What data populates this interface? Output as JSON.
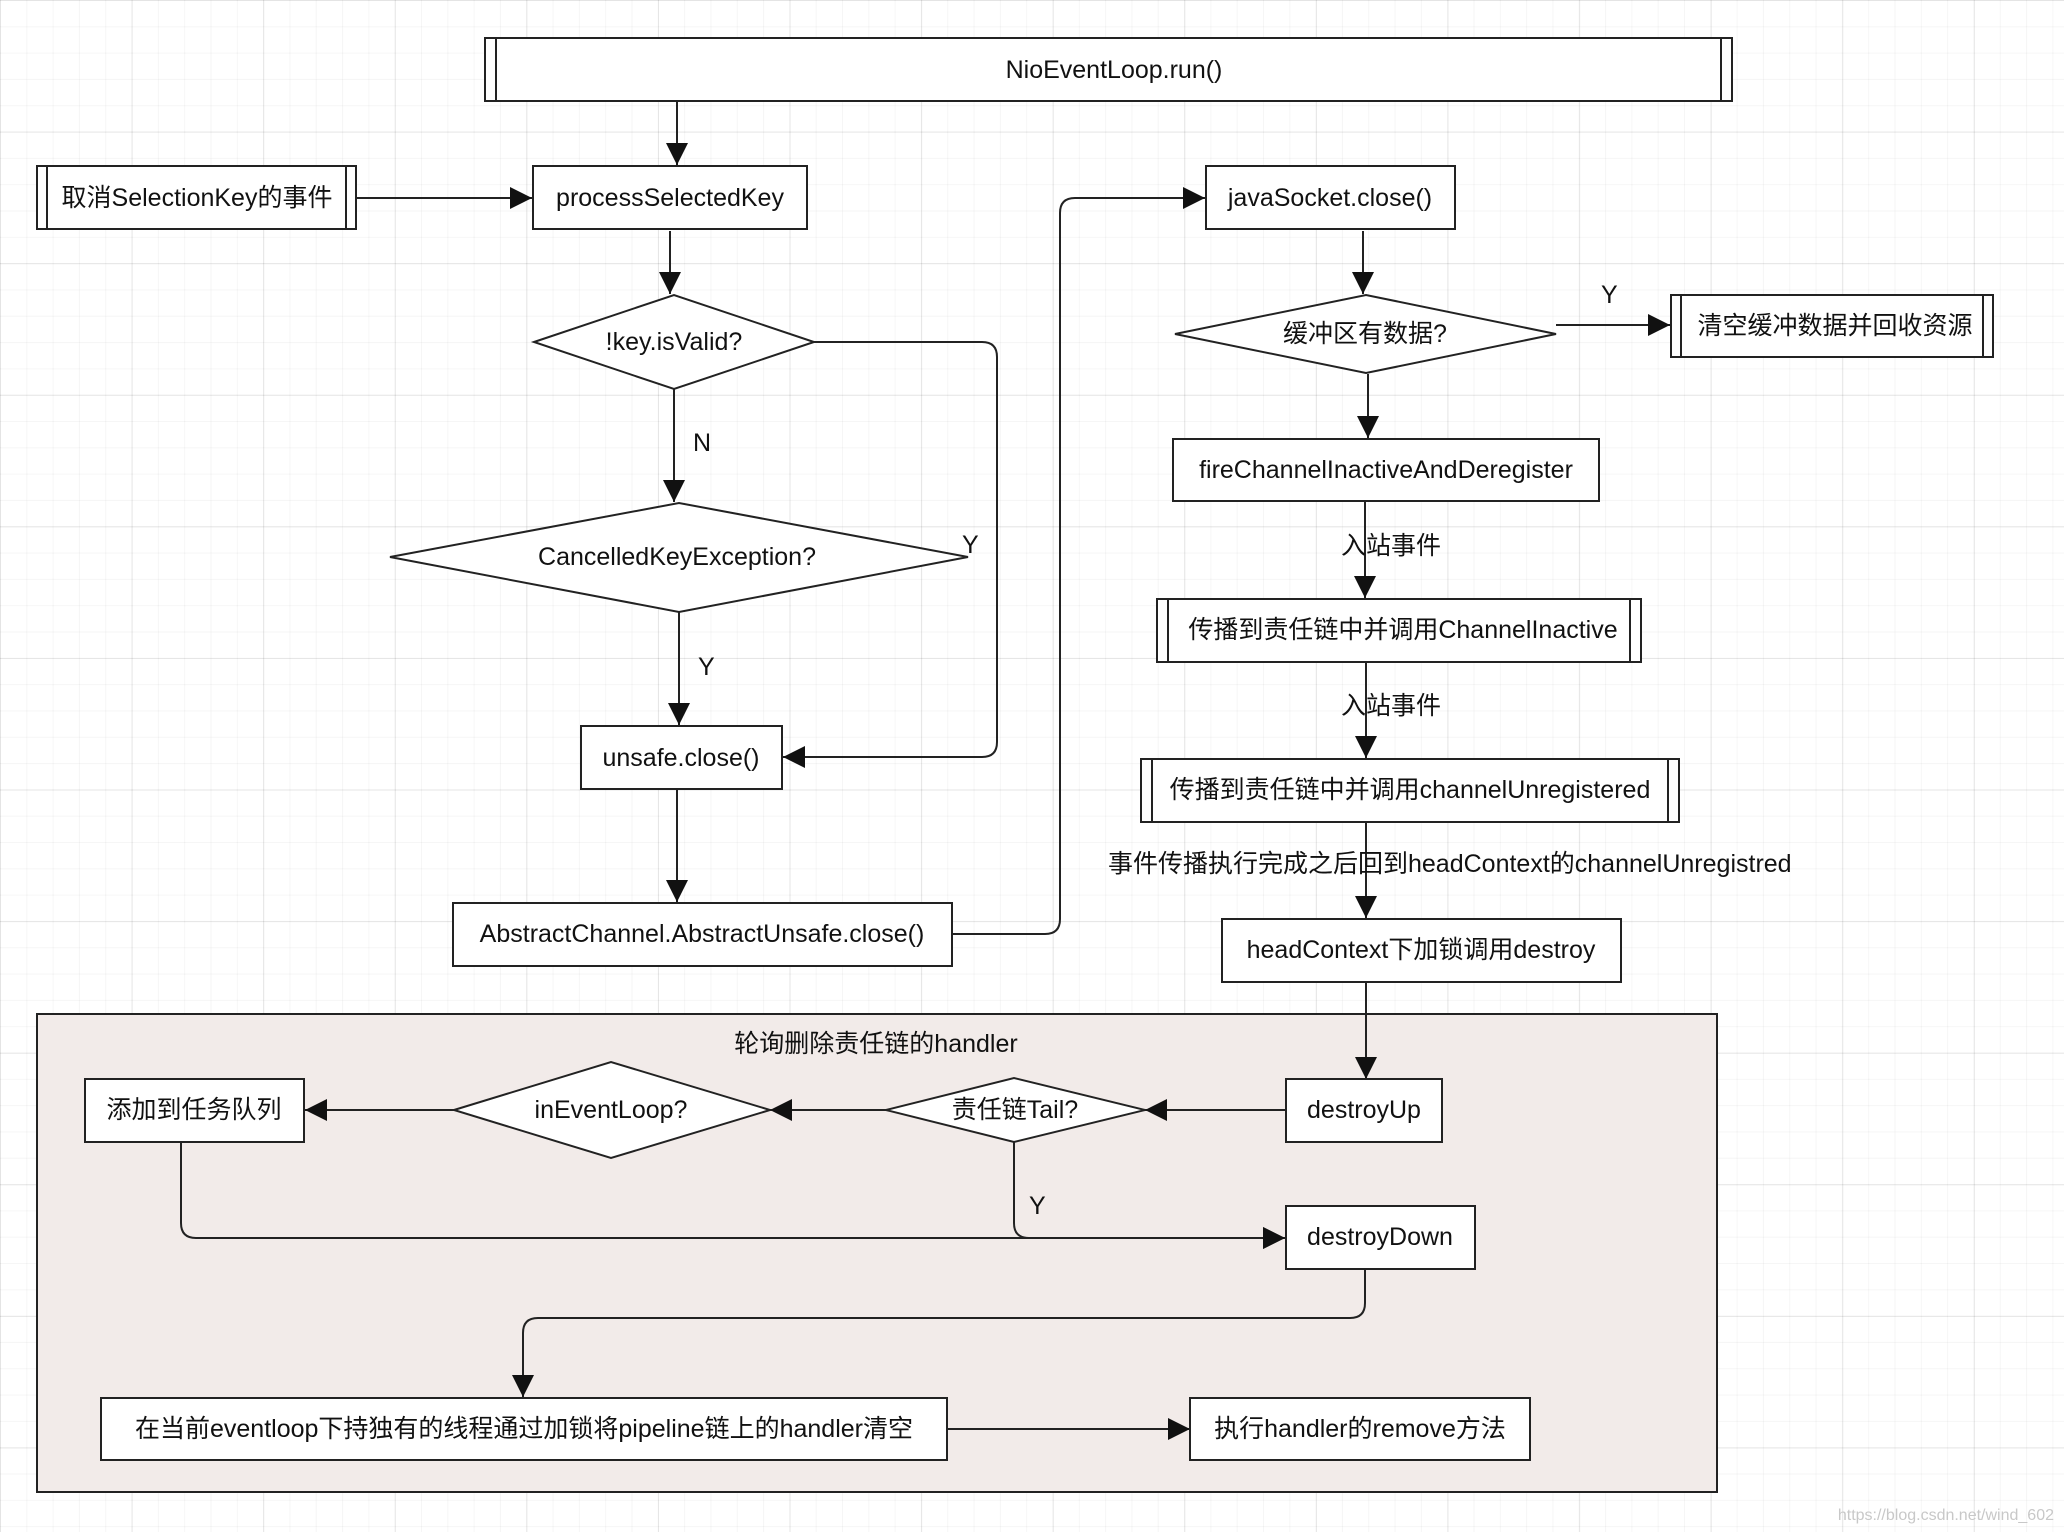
{
  "colors": {
    "stroke": "#222222",
    "node_fill": "#ffffff",
    "group_fill": "#f2ebe9",
    "text": "#111111",
    "watermark": "#c8c8c8"
  },
  "group": {
    "title": "轮询删除责任链的handler"
  },
  "nodes": {
    "nio_run": "NioEventLoop.run()",
    "cancel_key_event": "取消SelectionKey的事件",
    "process_selected_key": "processSelectedKey",
    "key_is_valid": "!key.isValid?",
    "cancelled_key_exception": "CancelledKeyException?",
    "unsafe_close": "unsafe.close()",
    "abstract_unsafe_close": "AbstractChannel.AbstractUnsafe.close()",
    "java_socket_close": "javaSocket.close()",
    "buffer_has_data": "缓冲区有数据?",
    "clear_buffer": "清空缓冲数据并回收资源",
    "fire_inactive_deregister": "fireChannelInactiveAndDeregister",
    "propagate_channel_inactive": "传播到责任链中并调用ChannelInactive",
    "propagate_channel_unregistered": "传播到责任链中并调用channelUnregistered",
    "head_context_destroy": "headContext下加锁调用destroy",
    "destroy_up": "destroyUp",
    "chain_tail": "责任链Tail?",
    "in_event_loop": "inEventLoop?",
    "add_task_queue": "添加到任务队列",
    "destroy_down": "destroyDown",
    "clear_pipeline": "在当前eventloop下持独有的线程通过加锁将pipeline链上的handler清空",
    "execute_remove": "执行handler的remove方法"
  },
  "edge_labels": {
    "key_valid_no": "N",
    "key_valid_yes": "Y",
    "cancelled_yes": "Y",
    "buffer_yes": "Y",
    "inbound_event_1": "入站事件",
    "inbound_event_2": "入站事件",
    "propagation_done": "事件传播执行完成之后回到headContext的channelUnregistred",
    "tail_yes": "Y"
  },
  "watermark": "https://blog.csdn.net/wind_602"
}
